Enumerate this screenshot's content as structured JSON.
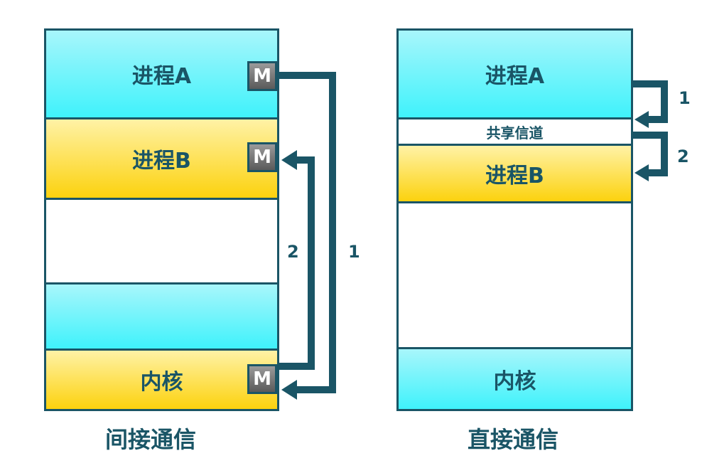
{
  "indirect": {
    "caption": "间接通信",
    "process_a": "进程A",
    "process_b": "进程B",
    "kernel": "内核",
    "mailbox": "M",
    "arrow1": "1",
    "arrow2": "2"
  },
  "direct": {
    "caption": "直接通信",
    "process_a": "进程A",
    "shared_channel": "共享信道",
    "process_b": "进程B",
    "kernel": "内核",
    "arrow1": "1",
    "arrow2": "2"
  }
}
